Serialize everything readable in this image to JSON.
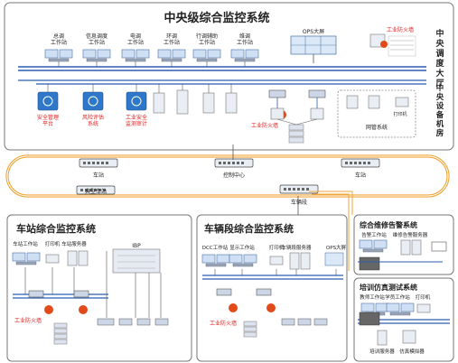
{
  "central": {
    "title": "中央级综合监控系统",
    "hall_label": "中央调度大厅",
    "room_label": "中央设备机房",
    "stations": [
      "总调\n工作站",
      "信息调度\n工作站",
      "电调\n工作站",
      "环调\n工作站",
      "行调辅助\n工作站",
      "维调\n工作站"
    ],
    "ops_screen": "OPS大屏",
    "firewall_label": "工业防火墙",
    "services": [
      "安全管理\n平台",
      "风险评估\n系统",
      "工业安全\n监测审计"
    ],
    "net_mgmt": "网管系统",
    "printer": "打印机",
    "fire_wall2": "工业防火墙"
  },
  "ring": {
    "nodes": [
      "车站",
      "控制中心",
      "车站",
      "车辆段",
      "典型车站"
    ]
  },
  "station": {
    "title": "车站综合监控系统",
    "items": [
      "车站工作站",
      "打印机",
      "车站服务器",
      "IBP"
    ],
    "firewall": "工业防火墙"
  },
  "depot": {
    "title": "车辆段综合监控系统",
    "items": [
      "DCC工作站",
      "显示工作站",
      "打印机",
      "车辆段服务器",
      "OPS大屏"
    ],
    "firewall": "工业防火墙"
  },
  "maint": {
    "title": "综合维修告警系统",
    "items": [
      "告警工作站",
      "维修告警服务器"
    ]
  },
  "train": {
    "title": "培训仿真测试系统",
    "items": [
      "教师工作站",
      "学员工作站",
      "打印机",
      "培训服务器",
      "仿真模拟器"
    ]
  }
}
